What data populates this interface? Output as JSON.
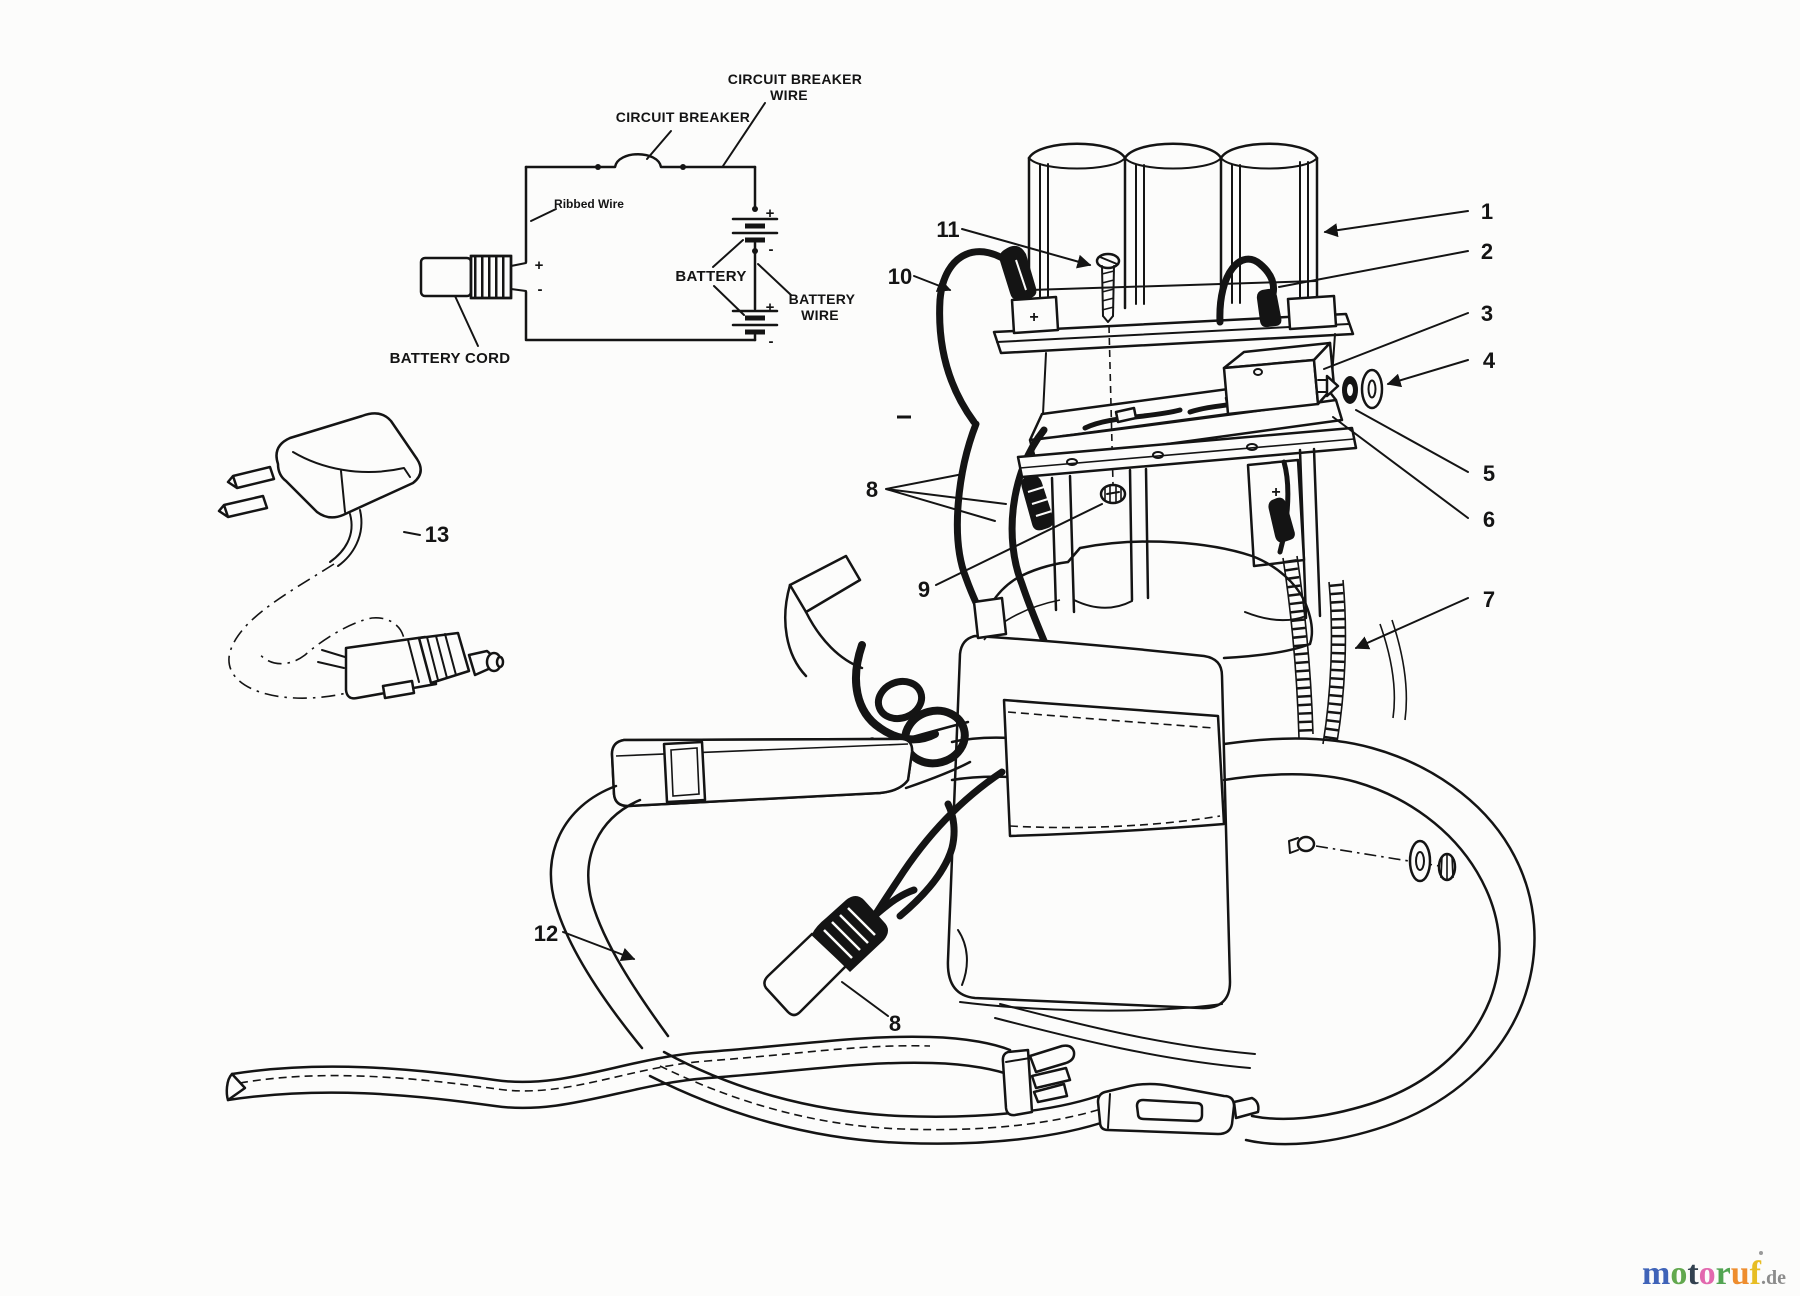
{
  "page": {
    "background": "#fcfcfb",
    "ink": "#141414"
  },
  "schematic": {
    "circuit_breaker_wire": {
      "line1": "CIRCUIT BREAKER",
      "line2": "WIRE"
    },
    "circuit_breaker": "CIRCUIT BREAKER",
    "ribbed_wire": "Ribbed Wire",
    "battery": "BATTERY",
    "battery_wire": {
      "line1": "BATTERY",
      "line2": "WIRE"
    },
    "battery_cord": "BATTERY CORD",
    "plus": "+",
    "minus": "-"
  },
  "callouts": {
    "c1": "1",
    "c2": "2",
    "c3": "3",
    "c4": "4",
    "c5": "5",
    "c6": "6",
    "c7": "7",
    "c8": "8",
    "c9": "9",
    "c10": "10",
    "c11": "11",
    "c12": "12",
    "c13": "13"
  },
  "watermark": {
    "letters": [
      {
        "ch": "m",
        "color": "#3f63b8"
      },
      {
        "ch": "o",
        "color": "#62a84e"
      },
      {
        "ch": "t",
        "color": "#32414f"
      },
      {
        "ch": "o",
        "color": "#e268ae"
      },
      {
        "ch": "r",
        "color": "#52a452"
      },
      {
        "ch": "u",
        "color": "#ee8d2e"
      },
      {
        "ch": "f",
        "color": "#e7bd23"
      }
    ],
    "suffix": ".de",
    "suffix_color": "#8c8c8c"
  }
}
